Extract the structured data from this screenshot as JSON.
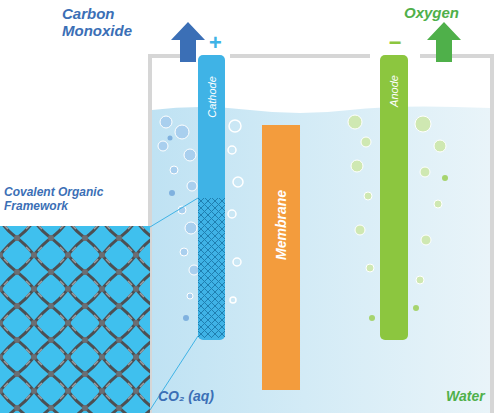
{
  "diagram": {
    "nodes": [
      {
        "text": [
          "Cathode"
        ]
      },
      {
        "text": [
          "Membrane"
        ]
      },
      {
        "text": [
          "Anode"
        ]
      },
      {
        "text": [
          "Covalent Organic Framework"
        ]
      }
    ],
    "edges": [
      {
        "from": 3,
        "to": 0,
        "arrow": "none"
      }
    ],
    "labels": [
      "Carbon Monoxide",
      "Oxygen",
      "+",
      "−",
      "CO₂ (aq)",
      "Water"
    ]
  }
}
